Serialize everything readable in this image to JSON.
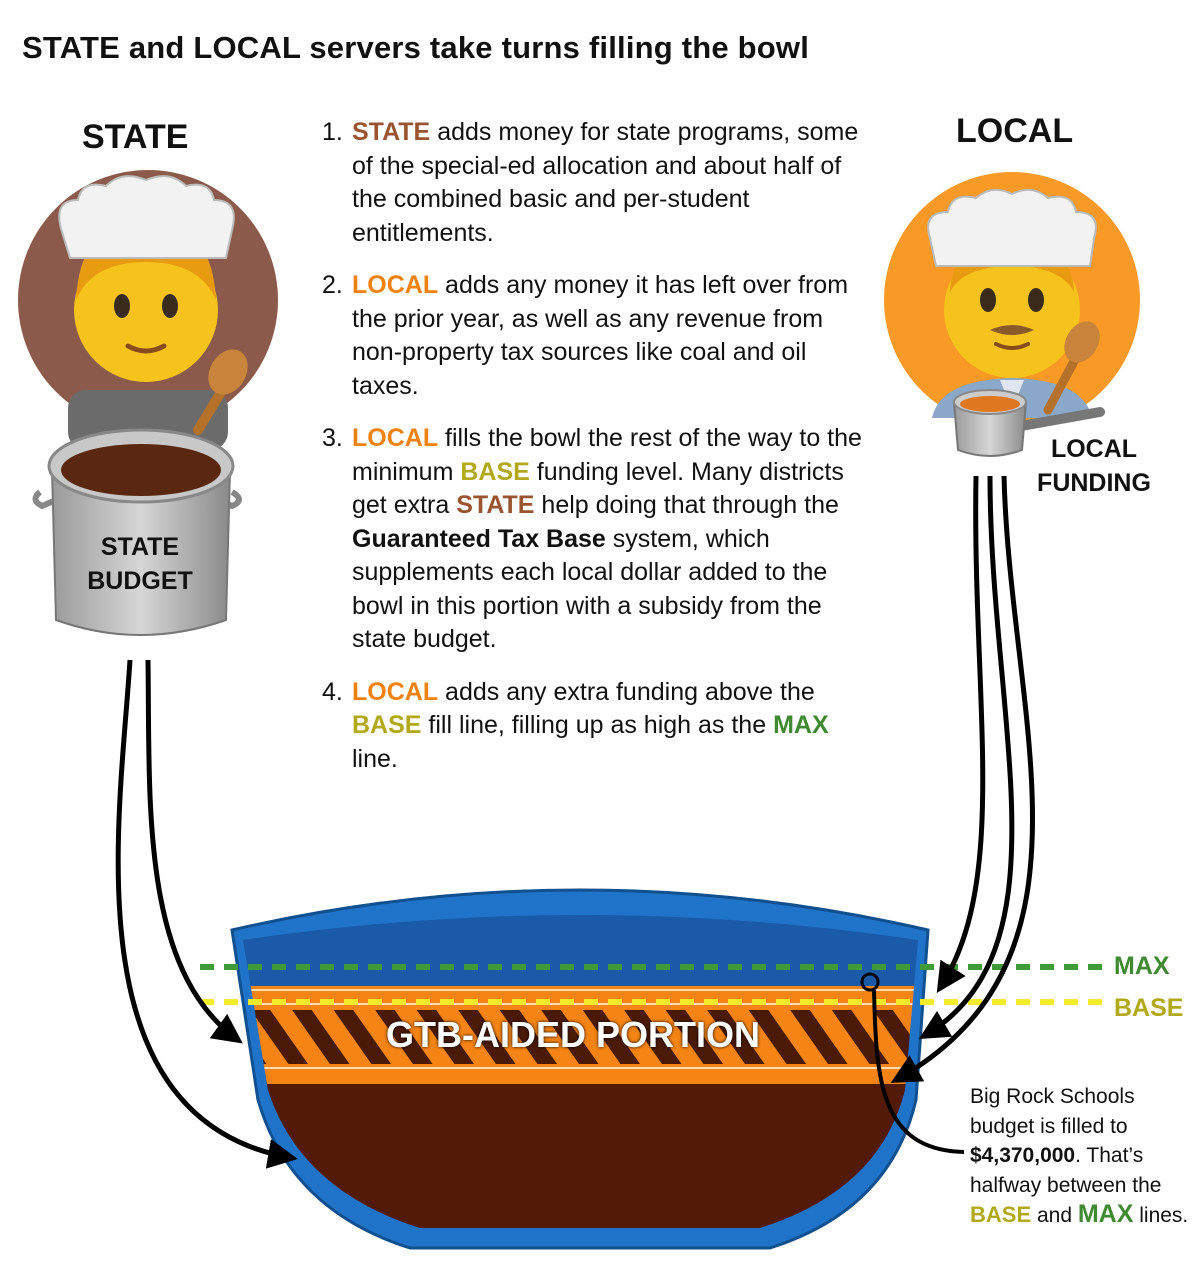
{
  "title": "STATE and LOCAL servers take turns filling the bowl",
  "state": {
    "label": "STATE",
    "pot_line1": "STATE",
    "pot_line2": "BUDGET"
  },
  "local": {
    "label": "LOCAL",
    "pot_line1": "LOCAL",
    "pot_line2": "FUNDING"
  },
  "steps": [
    {
      "num": "1.",
      "lead": "STATE",
      "text": " adds money for state programs, some of the special-ed allocation and about half of the combined basic and per-student entitlements."
    },
    {
      "num": "2.",
      "lead": "LOCAL",
      "text": " adds any money it has left over from the prior year, as well as any revenue from non-property tax sources like coal and oil taxes."
    },
    {
      "num": "3.",
      "lead": "LOCAL",
      "text_a": " fills the bowl the rest of the way to the minimum ",
      "base": "BASE",
      "text_b": " funding level. Many districts get extra ",
      "state": "STATE",
      "text_c": " help doing that through the ",
      "gtb": "Guaranteed Tax Base",
      "text_d": " system, which supplements each local dollar added to the bowl in this portion with a subsidy from the state budget."
    },
    {
      "num": "4.",
      "lead": "LOCAL",
      "text_a": " adds any extra funding above the ",
      "base": "BASE",
      "text_b": " fill line, filling up as high as the ",
      "max": "MAX",
      "text_c": " line."
    }
  ],
  "bowl": {
    "gtb_label": "GTB-AIDED PORTION",
    "max_label": "MAX",
    "base_label": "BASE"
  },
  "note": {
    "text_a": "Big Rock Schools budget is filled to ",
    "amount": "$4,370,000",
    "text_b": ". That’s halfway between the ",
    "base": "BASE",
    "and": " and ",
    "max": "MAX",
    "text_c": " lines."
  },
  "colors": {
    "state": "#9a5530",
    "local": "#f0820f",
    "base": "#b1a81a",
    "max": "#3f8a30",
    "bowl_blue": "#1f73c9",
    "soup": "#5a1a08",
    "gtb_orange": "#f07d0e"
  }
}
